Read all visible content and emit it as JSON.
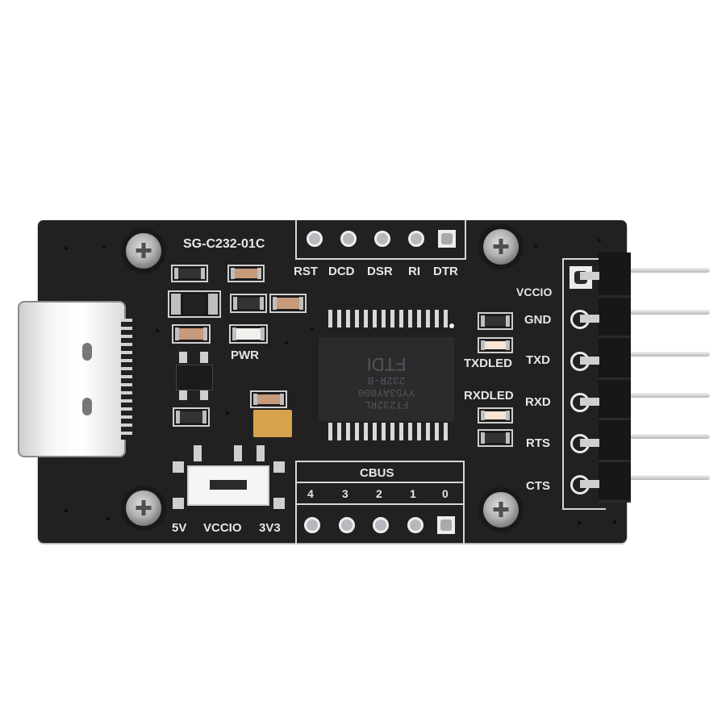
{
  "board": {
    "model": "SG-C232-01C",
    "chip": {
      "brand": "FTDI",
      "lines": [
        "FT232RL",
        "YY53AY000",
        "232R-B"
      ]
    },
    "power_led_label": "PWR",
    "tx_led_label": "TXDLED",
    "rx_led_label": "RXDLED",
    "top_header": {
      "labels": [
        "RST",
        "DCD",
        "DSR",
        "RI",
        "DTR"
      ]
    },
    "side_header": {
      "labels": [
        "VCCIO",
        "GND",
        "TXD",
        "RXD",
        "RTS",
        "CTS"
      ]
    },
    "cbus_header": {
      "title": "CBUS",
      "labels": [
        "4",
        "3",
        "2",
        "1",
        "0"
      ]
    },
    "voltage_switch": {
      "labels": [
        "5V",
        "VCCIO",
        "3V3"
      ]
    },
    "connector": "USB Type-C",
    "colors": {
      "pcb": "#222021",
      "silkscreen": "#e6e6e6",
      "background": "#ffffff"
    }
  }
}
